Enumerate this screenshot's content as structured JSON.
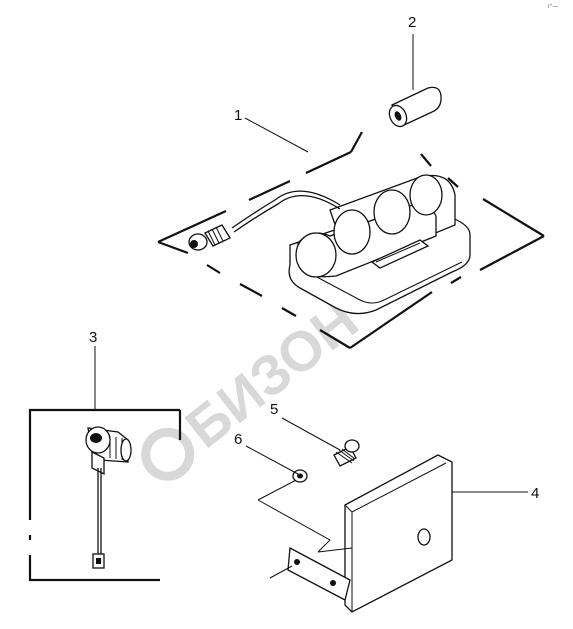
{
  "watermark": "БИЗОН",
  "corner_mark": "r°—",
  "callouts": [
    {
      "id": "1",
      "text": "1"
    },
    {
      "id": "2",
      "text": "2"
    },
    {
      "id": "3",
      "text": "3"
    },
    {
      "id": "4",
      "text": "4"
    },
    {
      "id": "5",
      "text": "5"
    },
    {
      "id": "6",
      "text": "6"
    }
  ]
}
